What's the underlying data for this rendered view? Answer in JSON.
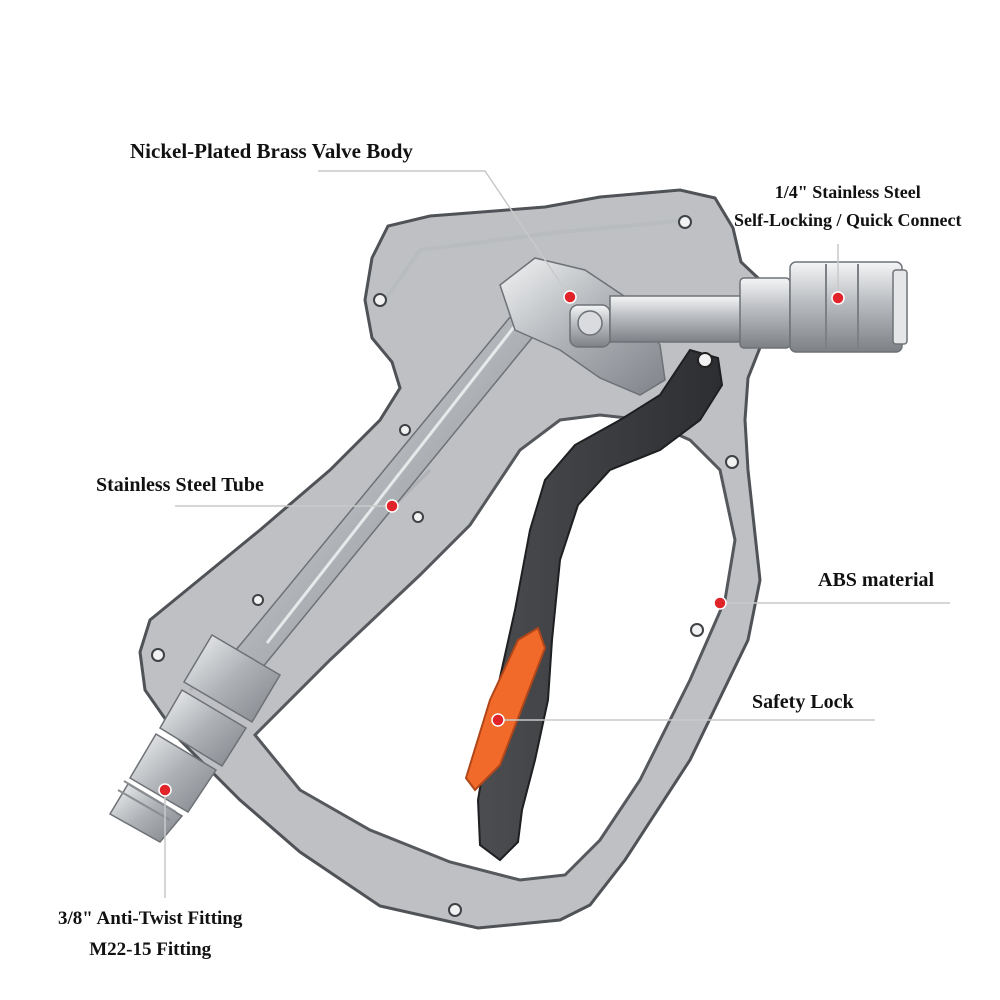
{
  "callouts": {
    "valve_body": "Nickel-Plated Brass Valve Body",
    "connector_line1": "1/4\" Stainless Steel",
    "connector_line2": "Self-Locking / Quick Connect",
    "tube": "Stainless Steel Tube",
    "abs": "ABS material",
    "safety_lock": "Safety Lock",
    "fitting_line1": "3/8\" Anti-Twist Fitting",
    "fitting_line2": "M22-15 Fitting"
  },
  "colors": {
    "marker": "#e0242a",
    "leader": "#c9c9c9",
    "housing": "#6f7276",
    "safety_lock": "#f26a2a",
    "steel": "#c7c9cc"
  }
}
